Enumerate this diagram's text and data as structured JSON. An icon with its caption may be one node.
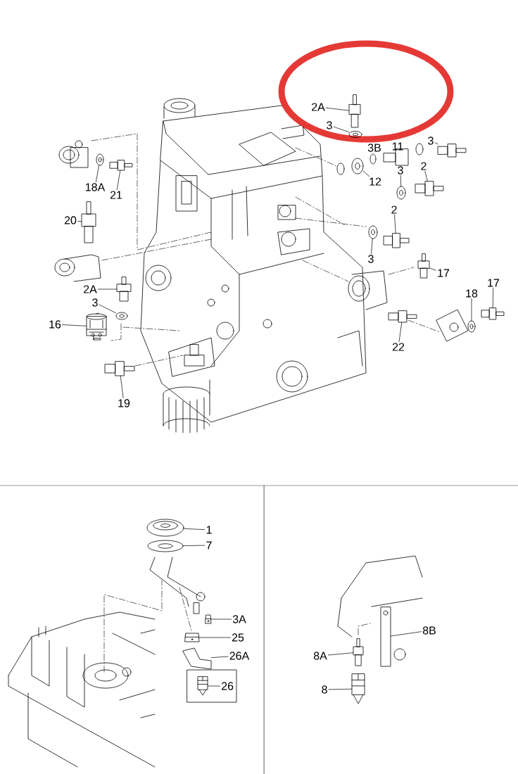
{
  "diagram": {
    "nodes": [
      {
        "text": [
          "2A"
        ]
      },
      {
        "text": [
          "3"
        ]
      },
      {
        "text": [
          "3"
        ]
      },
      {
        "text": [
          "12"
        ]
      },
      {
        "text": [
          "3"
        ]
      },
      {
        "text": [
          "2"
        ]
      },
      {
        "text": [
          "2"
        ]
      },
      {
        "text": [
          "3"
        ]
      },
      {
        "text": [
          "17"
        ]
      },
      {
        "text": [
          "18"
        ]
      },
      {
        "text": [
          "17"
        ]
      },
      {
        "text": [
          "22"
        ]
      },
      {
        "text": [
          "18A"
        ]
      },
      {
        "text": [
          "21"
        ]
      },
      {
        "text": [
          "20"
        ]
      },
      {
        "text": [
          "2A"
        ]
      },
      {
        "text": [
          "3"
        ]
      },
      {
        "text": [
          "16"
        ]
      },
      {
        "text": [
          "19"
        ]
      },
      {
        "text": [
          "1"
        ]
      },
      {
        "text": [
          "7"
        ]
      },
      {
        "text": [
          "3A"
        ]
      },
      {
        "text": [
          "25"
        ]
      },
      {
        "text": [
          "26A"
        ]
      },
      {
        "text": [
          "26"
        ]
      },
      {
        "text": [
          "8B"
        ]
      },
      {
        "text": [
          "8A"
        ]
      },
      {
        "text": [
          "8"
        ]
      },
      {
        "text": [],
        "shape": "picture"
      },
      {
        "text": [],
        "shape": "picture"
      },
      {
        "text": [],
        "shape": "picture"
      },
      {
        "text": [],
        "shape": "picture"
      },
      {
        "text": [],
        "shape": "picture"
      },
      {
        "text": [],
        "shape": "picture"
      },
      {
        "text": [],
        "shape": "picture"
      },
      {
        "text": [],
        "shape": "picture"
      },
      {
        "text": [],
        "shape": "picture"
      },
      {
        "text": [],
        "shape": "picture"
      },
      {
        "text": [],
        "shape": "picture"
      },
      {
        "text": [],
        "shape": "picture"
      },
      {
        "text": [],
        "shape": "picture"
      },
      {
        "text": [],
        "shape": "picture"
      },
      {
        "text": [],
        "shape": "picture"
      },
      {
        "text": [],
        "shape": "picture"
      },
      {
        "text": [],
        "shape": "picture"
      },
      {
        "text": [],
        "shape": "picture"
      },
      {
        "text": [],
        "shape": "picture"
      },
      {
        "text": [],
        "shape": "picture"
      },
      {
        "text": [],
        "shape": "picture"
      },
      {
        "text": [],
        "shape": "picture"
      },
      {
        "text": [],
        "shape": "picture"
      },
      {
        "text": [],
        "shape": "picture"
      },
      {
        "text": [],
        "shape": "picture",
        "in": 24
      },
      {
        "text": [],
        "shape": "picture"
      },
      {
        "text": [],
        "shape": "picture"
      },
      {
        "text": [],
        "shape": "picture"
      }
    ],
    "edges": [
      {
        "from": 0,
        "to": 28,
        "arrow": "none"
      },
      {
        "from": 1,
        "to": 29,
        "arrow": "none"
      },
      {
        "from": 2,
        "to": 30,
        "arrow": "none"
      },
      {
        "from": 3,
        "to": 31,
        "arrow": "none"
      },
      {
        "from": 4,
        "to": 32,
        "arrow": "none"
      },
      {
        "from": 5,
        "to": 33,
        "arrow": "none"
      },
      {
        "from": 6,
        "to": 34,
        "arrow": "none"
      },
      {
        "from": 7,
        "to": 35,
        "arrow": "none"
      },
      {
        "from": 8,
        "to": 36,
        "arrow": "none"
      },
      {
        "from": 9,
        "to": 37,
        "arrow": "none"
      },
      {
        "from": 10,
        "to": 38,
        "arrow": "none"
      },
      {
        "from": 11,
        "to": 39,
        "arrow": "none"
      },
      {
        "from": 12,
        "to": 40,
        "arrow": "none"
      },
      {
        "from": 13,
        "to": 41,
        "arrow": "none"
      },
      {
        "from": 14,
        "to": 42,
        "arrow": "none"
      },
      {
        "from": 15,
        "to": 43,
        "arrow": "none"
      },
      {
        "from": 16,
        "to": 44,
        "arrow": "none"
      },
      {
        "from": 17,
        "to": 45,
        "arrow": "none"
      },
      {
        "from": 18,
        "to": 46,
        "arrow": "none"
      },
      {
        "from": 19,
        "to": 47,
        "arrow": "none"
      },
      {
        "from": 20,
        "to": 48,
        "arrow": "none"
      },
      {
        "from": 21,
        "to": 49,
        "arrow": "none"
      },
      {
        "from": 22,
        "to": 50,
        "arrow": "none"
      },
      {
        "from": 23,
        "to": 51,
        "arrow": "none"
      },
      {
        "from": 24,
        "to": 52,
        "arrow": "none"
      },
      {
        "from": 25,
        "to": 53,
        "arrow": "none"
      },
      {
        "from": 26,
        "to": 54,
        "arrow": "none"
      },
      {
        "from": 27,
        "to": 55,
        "arrow": "none"
      }
    ],
    "labels": [
      "3B",
      "11"
    ]
  }
}
